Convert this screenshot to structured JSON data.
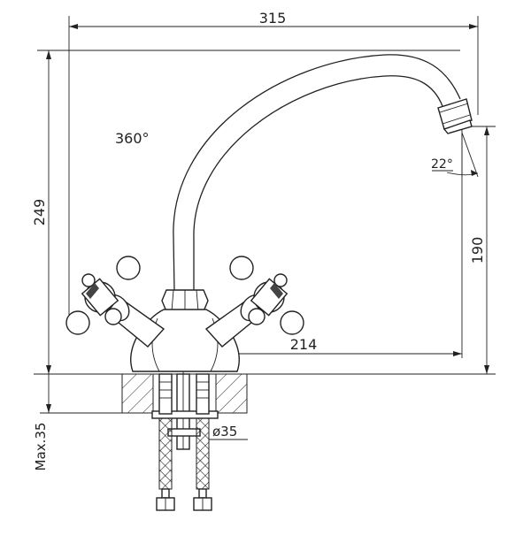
{
  "dimensions": {
    "spout_reach": "315",
    "total_height": "249",
    "spout_height": "190",
    "center_to_outlet": "214",
    "mount_hole_diameter": "ø35",
    "max_deck_thickness": "Max.35"
  },
  "angles": {
    "swivel": "360°",
    "outlet_tilt": "22°"
  }
}
